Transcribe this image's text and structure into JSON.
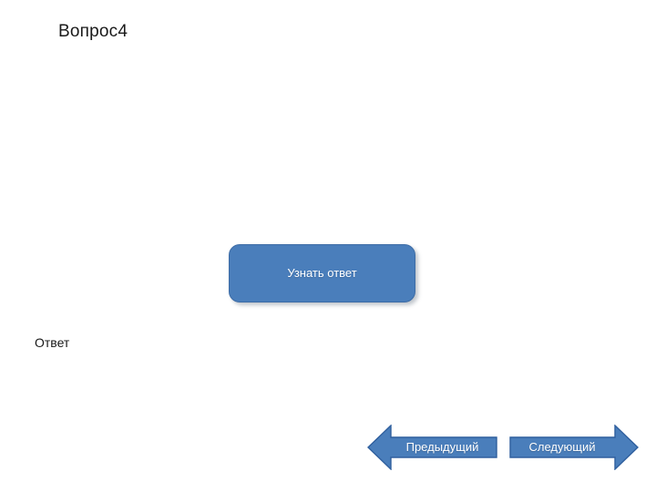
{
  "slide": {
    "background_color": "#ffffff",
    "title": "Вопрос4",
    "answer_label": "Ответ"
  },
  "reveal_button": {
    "label": "Узнать ответ",
    "fill_color": "#4a7ebb",
    "border_color": "#3d6ca6",
    "text_color": "#ffffff"
  },
  "navigation": {
    "previous": {
      "label": "Предыдущий",
      "direction": "left",
      "fill_color": "#4a7ebb",
      "border_color": "#2f5f9e"
    },
    "next": {
      "label": "Следующий",
      "direction": "right",
      "fill_color": "#4a7ebb",
      "border_color": "#2f5f9e"
    }
  }
}
